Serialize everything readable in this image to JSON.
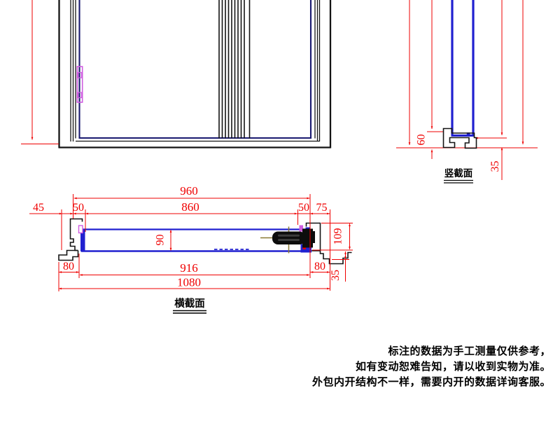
{
  "drawing": {
    "sections": {
      "vertical": {
        "label": "竖截面",
        "dims": {
          "d60": "60",
          "d35": "35"
        }
      },
      "horizontal": {
        "label": "横截面",
        "dims": {
          "d45": "45",
          "d50_left": "50",
          "d960": "960",
          "d860": "860",
          "d50_right": "50",
          "d75": "75",
          "d90": "90",
          "d80_left": "80",
          "d916": "916",
          "d80_right": "80",
          "d1080": "1080",
          "d109": "109",
          "d35": "35"
        }
      }
    },
    "colors": {
      "dimension_red": "#ef0000",
      "profile_black": "#141414",
      "panel_blue": "#2020d0",
      "front_navy": "#1a1a70",
      "handle_magenta": "#cf5ce0",
      "centerline_tan": "#8a7a35"
    }
  },
  "disclaimer": {
    "line1": "标注的数据为手工测量仅供参考，",
    "line2": "如有变动恕难告知，请以收到实物为准。",
    "line3": "外包内开结构不一样，需要内开的数据详询客服。"
  }
}
